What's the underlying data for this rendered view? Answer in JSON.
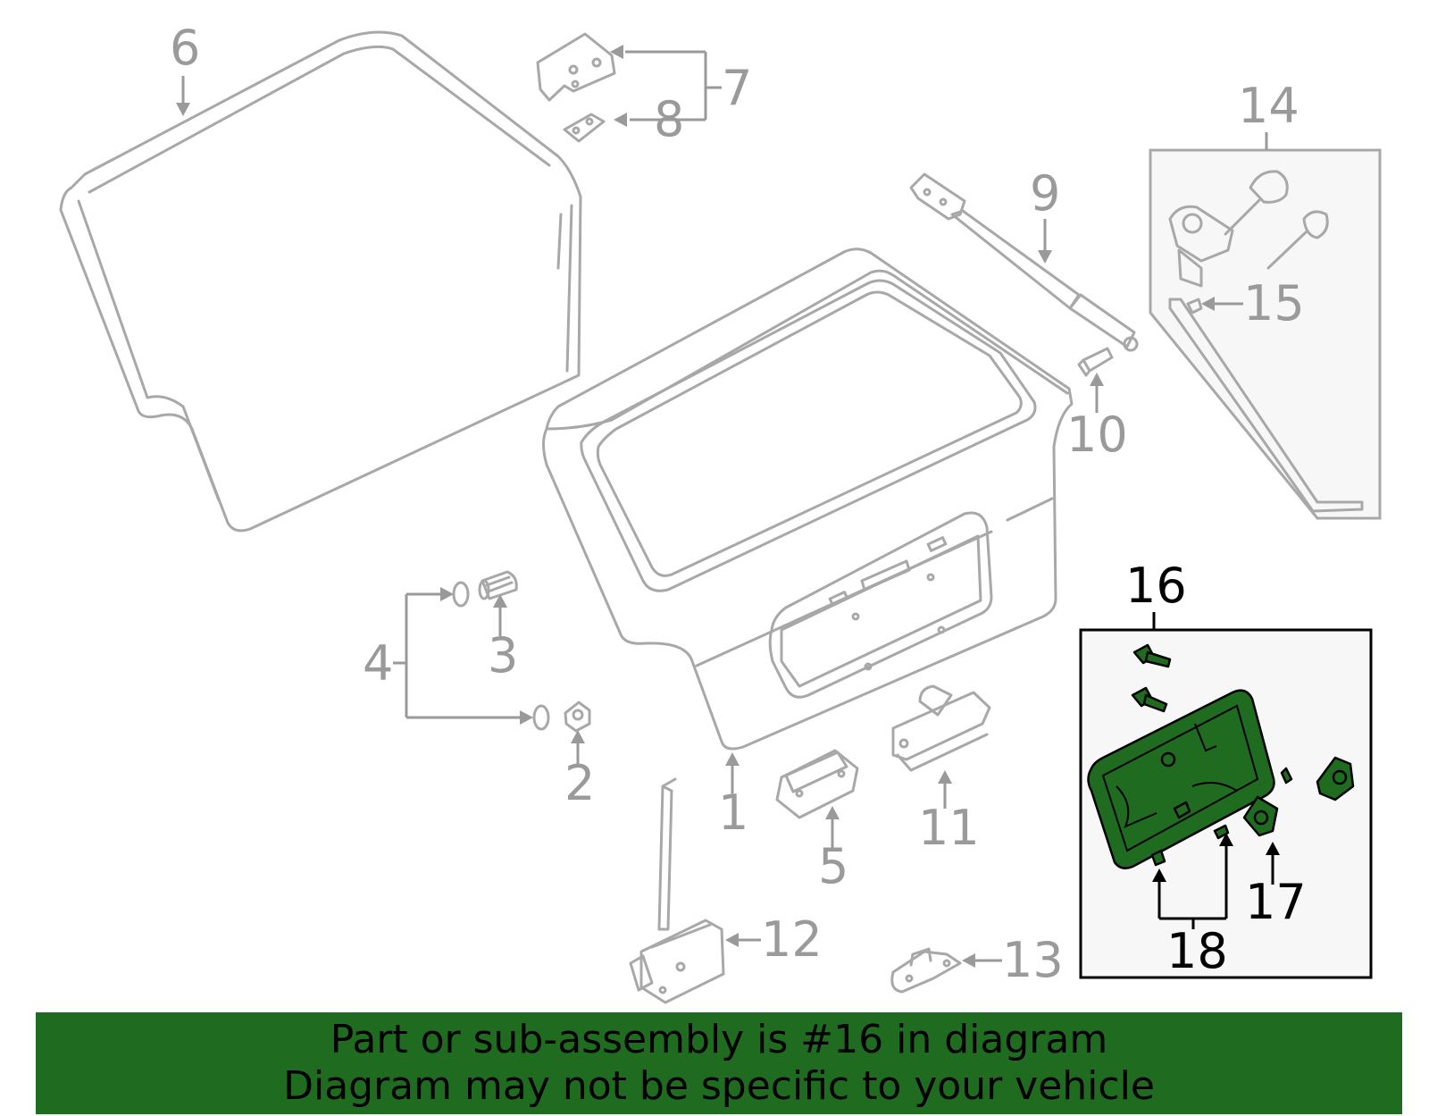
{
  "callouts": {
    "c1": "1",
    "c2": "2",
    "c3": "3",
    "c4": "4",
    "c5": "5",
    "c6": "6",
    "c7": "7",
    "c8": "8",
    "c9": "9",
    "c10": "10",
    "c11": "11",
    "c12": "12",
    "c13": "13",
    "c14": "14",
    "c15": "15",
    "c16": "16",
    "c17": "17",
    "c18": "18"
  },
  "highlight": {
    "part_number": "16",
    "color": "#1f6b1f"
  },
  "banner": {
    "line1": "Part or sub-assembly is #16 in diagram",
    "line2": "Diagram may not be specific to your vehicle",
    "background": "#1f6b1f"
  },
  "colors": {
    "line_grey": "#a8a8a8",
    "label_grey": "#9a9a9a",
    "inset_background": "#f7f7f7"
  }
}
